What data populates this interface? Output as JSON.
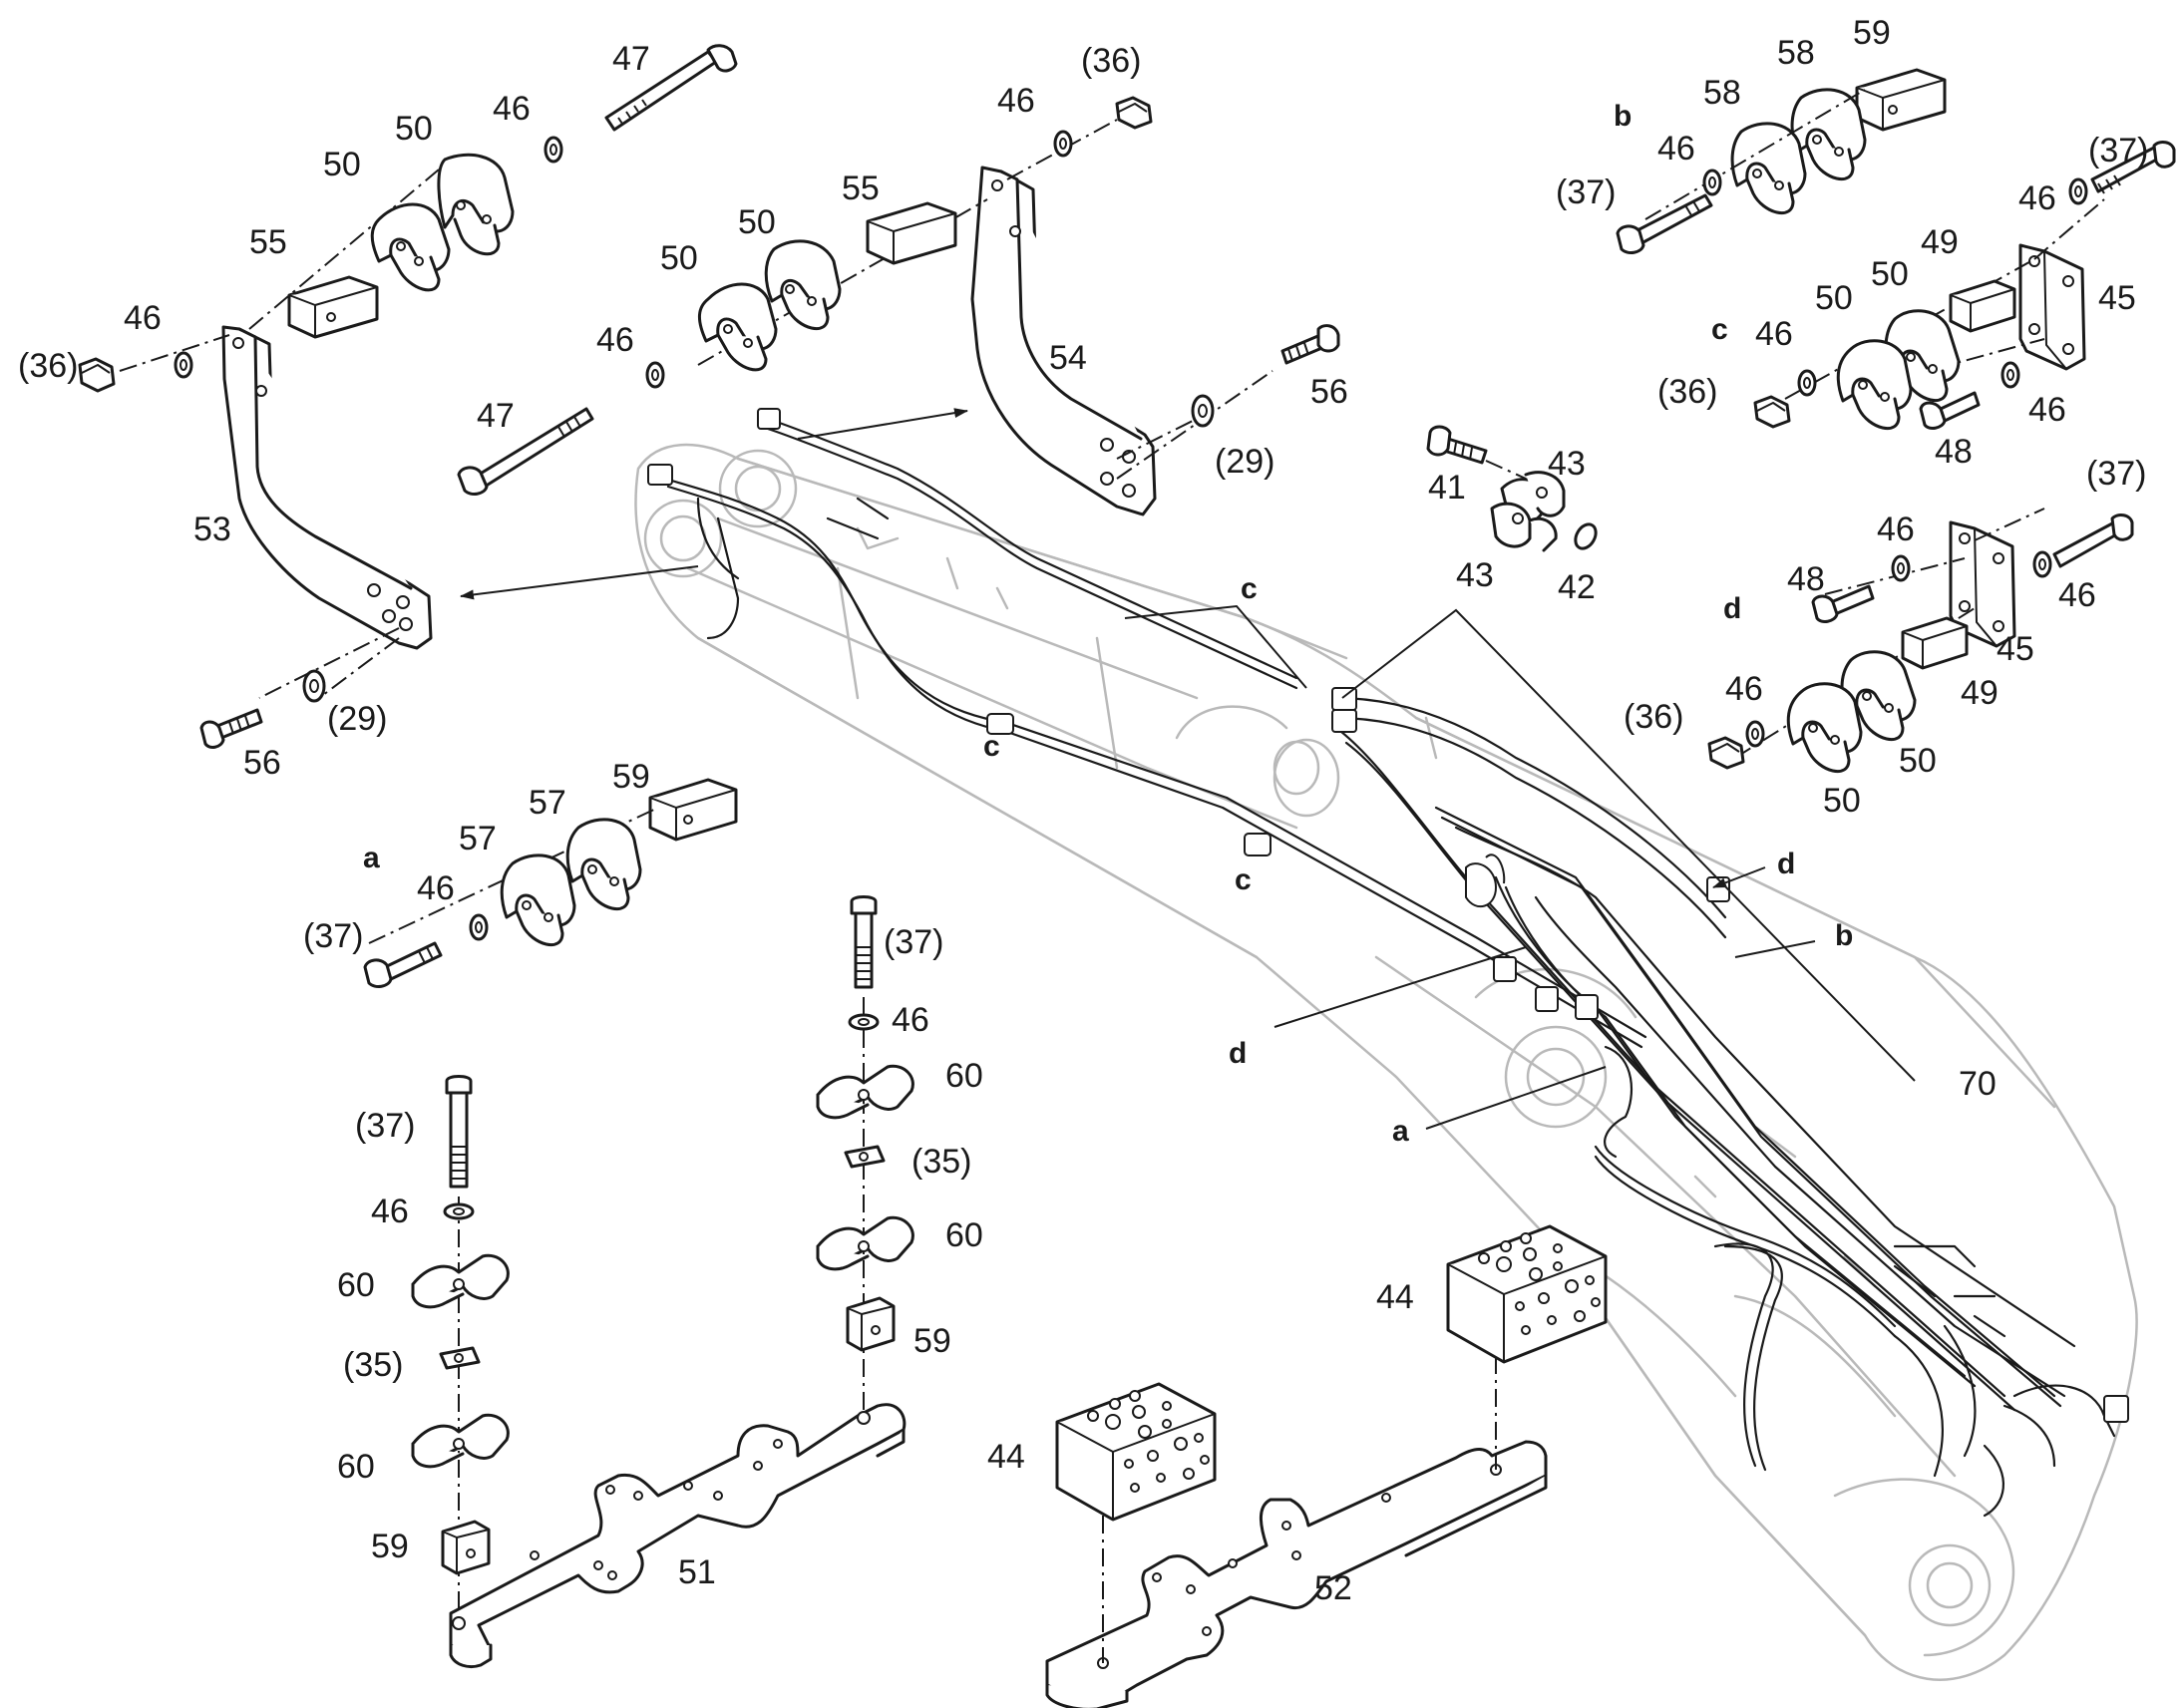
{
  "labels": {
    "l47a": "47",
    "l50a": "50",
    "l46a": "46",
    "l50b": "50",
    "l55a": "55",
    "l46b": "46",
    "l36a": "(36)",
    "l53": "53",
    "l56a": "56",
    "l29a": "(29)",
    "l46c": "46",
    "l36b": "(36)",
    "l55b": "55",
    "l50c": "50",
    "l50d": "50",
    "l46d": "46",
    "l47b": "47",
    "l54": "54",
    "l56b": "56",
    "l29b": "(29)",
    "l59a": "59",
    "l58a": "58",
    "l58b": "58",
    "l46e": "46",
    "l37a": "(37)",
    "l46f": "46",
    "l37b": "(37)",
    "l49a": "49",
    "l50e": "50",
    "l50f": "50",
    "l45a": "45",
    "l46g": "46",
    "l36c": "(36)",
    "l46h": "46",
    "l48a": "48",
    "l41": "41",
    "l43a": "43",
    "l43b": "43",
    "l42": "42",
    "l37c": "(37)",
    "l46i": "46",
    "l48b": "48",
    "l46j": "46",
    "l45b": "45",
    "l49b": "49",
    "l46k": "46",
    "l36d": "(36)",
    "l50g": "50",
    "l50h": "50",
    "l59b": "59",
    "l57a": "57",
    "l57b": "57",
    "l46l": "46",
    "l37d": "(37)",
    "l37e": "(37)",
    "l46m": "46",
    "l60a": "60",
    "l35a": "(35)",
    "l60b": "60",
    "l59c": "59",
    "l37f": "(37)",
    "l46n": "46",
    "l60c": "60",
    "l35b": "(35)",
    "l60d": "60",
    "l59d": "59",
    "l51": "51",
    "l44a": "44",
    "l44b": "44",
    "l52": "52",
    "l70": "70"
  },
  "letters": {
    "b_top": "b",
    "c_right": "c",
    "d_right": "d",
    "a_left": "a",
    "c1": "c",
    "c2": "c",
    "c3": "c",
    "d1": "d",
    "d2": "d",
    "b1": "b",
    "a1": "a"
  },
  "colors": {
    "ink": "#1a1a1a",
    "ghost": "#b9b9b9",
    "paper": "#ffffff"
  },
  "icons": [
    "bolt-icon",
    "nut-icon",
    "washer-icon",
    "clamp-half-icon",
    "spacer-block-icon",
    "bracket-plate-icon",
    "valve-block-icon",
    "mounting-plate-icon"
  ]
}
